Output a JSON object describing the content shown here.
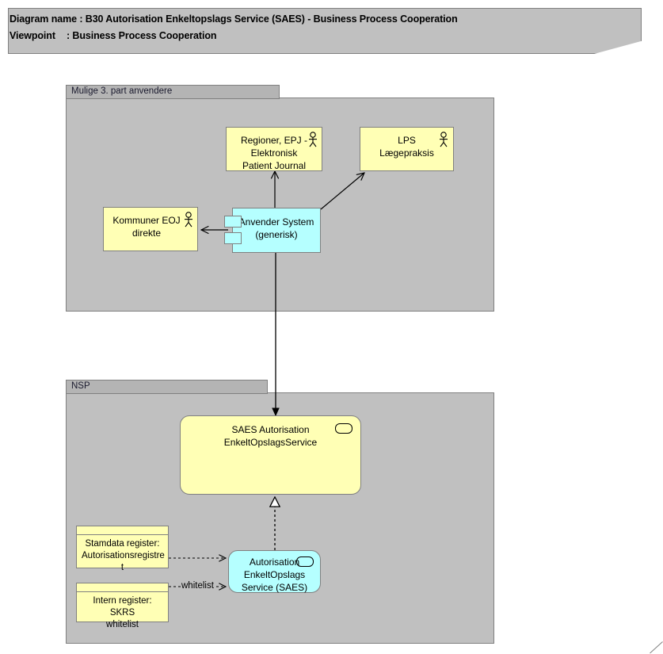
{
  "header": {
    "line1_key": "Diagram name :",
    "line1_value": "B30 Autorisation Enkeltopslags Service (SAES) - Business Process Cooperation",
    "line2_key": "Viewpoint",
    "line2_value": ": Business Process Cooperation",
    "fold_icon": "page-fold-icon"
  },
  "groups": {
    "third_party": {
      "label": "Mulige 3. part anvendere"
    },
    "nsp": {
      "label": "NSP"
    }
  },
  "nodes": {
    "regioner": {
      "label": "Regioner, EPJ -\nElektronisk\nPatient Journal",
      "icon": "actor-icon",
      "type": "business-actor",
      "color": "#FFFFB5"
    },
    "lps": {
      "label": "LPS\nLægepraksis",
      "icon": "actor-icon",
      "type": "business-actor",
      "color": "#FFFFB5"
    },
    "kommuner": {
      "label": "Kommuner EOJ\ndirekte",
      "icon": "actor-icon",
      "type": "business-actor",
      "color": "#FFFFB5"
    },
    "anvender_system": {
      "label": "Anvender System\n(generisk)",
      "icon": "component-icon",
      "type": "component",
      "color": "#B5FFFF"
    },
    "saes_service": {
      "label": "SAES Autorisation\nEnkeltOpslagsService",
      "icon": "service-icon",
      "type": "service",
      "color": "#FFFFB5"
    },
    "stamdata": {
      "label": "Stamdata register:\nAutorisationsregistre\nt",
      "type": "data-object",
      "color": "#FFFFB5"
    },
    "intern_register": {
      "label": "Intern register: SKRS\nwhitelist",
      "type": "data-object",
      "color": "#FFFFB5"
    },
    "autorisation_saes": {
      "label": "Autorisation\nEnkeltOpslags\nService (SAES)",
      "icon": "service-icon",
      "type": "service",
      "color": "#B5FFFF"
    }
  },
  "edges": {
    "whitelist_label": "whitelist"
  },
  "colors": {
    "yellow_fill": "#FFFFB5",
    "cyan_fill": "#B5FFFF",
    "group_fill": "#C0C0C0",
    "group_tab_fill": "#B4B4B4",
    "border": "#808080",
    "line": "#000000"
  }
}
